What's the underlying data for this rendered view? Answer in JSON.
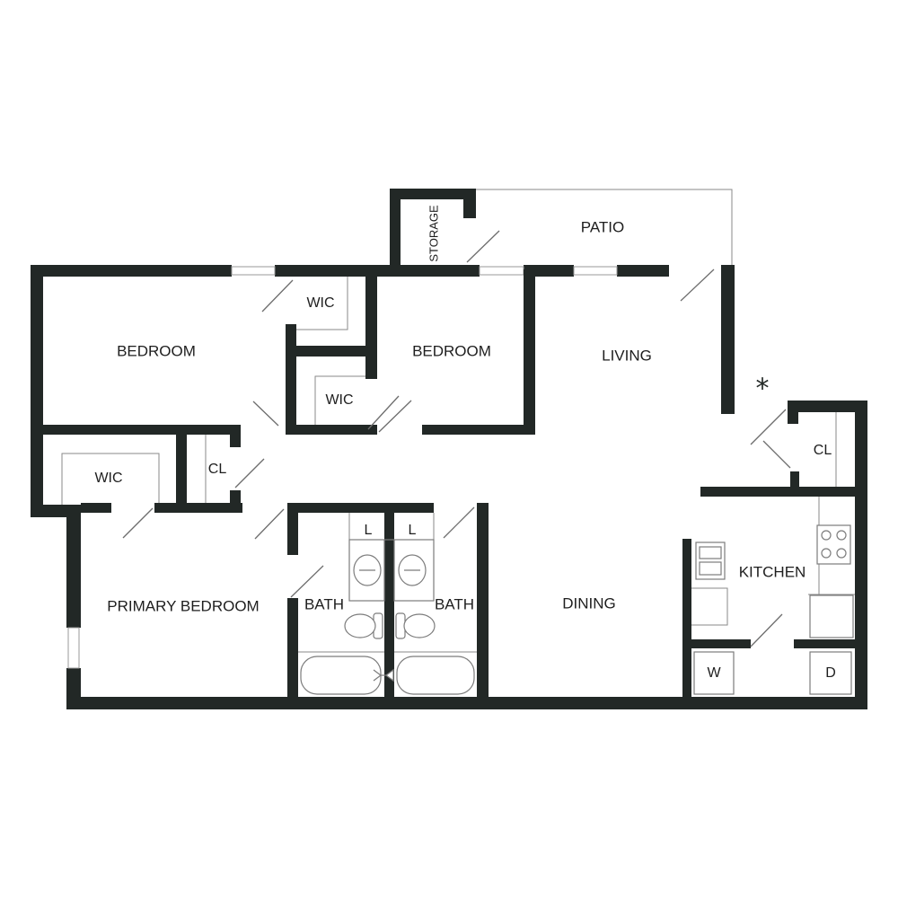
{
  "colors": {
    "wall": "#222826",
    "background": "#ffffff",
    "fixture_stroke": "#7c7c7c"
  },
  "rooms": {
    "bedroom_1": "BEDROOM",
    "wic_1": "WIC",
    "bedroom_2": "BEDROOM",
    "wic_2": "WIC",
    "storage": "STORAGE",
    "patio": "PATIO",
    "living": "LIVING",
    "wic_3": "WIC",
    "cl_1": "CL",
    "primary_bedroom": "PRIMARY BEDROOM",
    "bath_1": "BATH",
    "bath_2": "BATH",
    "dining": "DINING",
    "kitchen": "KITCHEN",
    "cl_2": "CL"
  },
  "fixtures": {
    "linen_1": "L",
    "linen_2": "L",
    "washer": "W",
    "dryer": "D"
  },
  "markers": {
    "entry": "*"
  }
}
